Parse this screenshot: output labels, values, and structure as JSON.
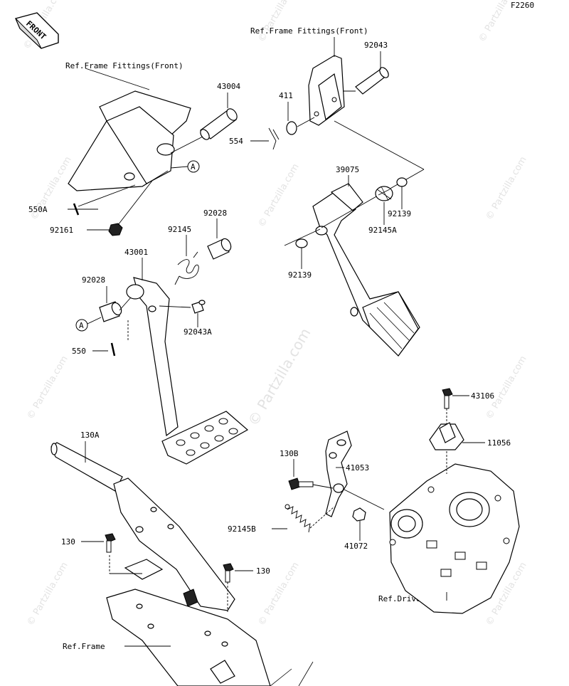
{
  "diagram": {
    "code": "F2260",
    "front_label": "FRONT",
    "watermark": "© Partzilla.com",
    "refs": {
      "frame_fittings_front_left": "Ref.Frame Fittings(Front)",
      "frame_fittings_front_right": "Ref.Frame Fittings(Front)",
      "drive_shaft_rear": "Ref.Drive Shaft-Rear",
      "frame": "Ref.Frame"
    },
    "callouts": {
      "ref_a": "A",
      "ref_a2": "A"
    },
    "parts": [
      {
        "id": "p43004",
        "num": "43004"
      },
      {
        "id": "p411",
        "num": "411"
      },
      {
        "id": "p92043",
        "num": "92043"
      },
      {
        "id": "p554",
        "num": "554"
      },
      {
        "id": "p39075",
        "num": "39075"
      },
      {
        "id": "p92139a",
        "num": "92139"
      },
      {
        "id": "p92145a",
        "num": "92145A"
      },
      {
        "id": "p92139b",
        "num": "92139"
      },
      {
        "id": "p550a",
        "num": "550A"
      },
      {
        "id": "p92161",
        "num": "92161"
      },
      {
        "id": "p92028a",
        "num": "92028"
      },
      {
        "id": "p92145",
        "num": "92145"
      },
      {
        "id": "p43001",
        "num": "43001"
      },
      {
        "id": "p92028b",
        "num": "92028"
      },
      {
        "id": "p92043a",
        "num": "92043A"
      },
      {
        "id": "p550",
        "num": "550"
      },
      {
        "id": "p130a",
        "num": "130A"
      },
      {
        "id": "p11056",
        "num": "11056"
      },
      {
        "id": "p43106",
        "num": "43106"
      },
      {
        "id": "p130b",
        "num": "130B"
      },
      {
        "id": "p41053",
        "num": "41053"
      },
      {
        "id": "p92145b",
        "num": "92145B"
      },
      {
        "id": "p41072",
        "num": "41072"
      },
      {
        "id": "p130a2",
        "num": "130"
      },
      {
        "id": "p130b2",
        "num": "130"
      }
    ]
  }
}
